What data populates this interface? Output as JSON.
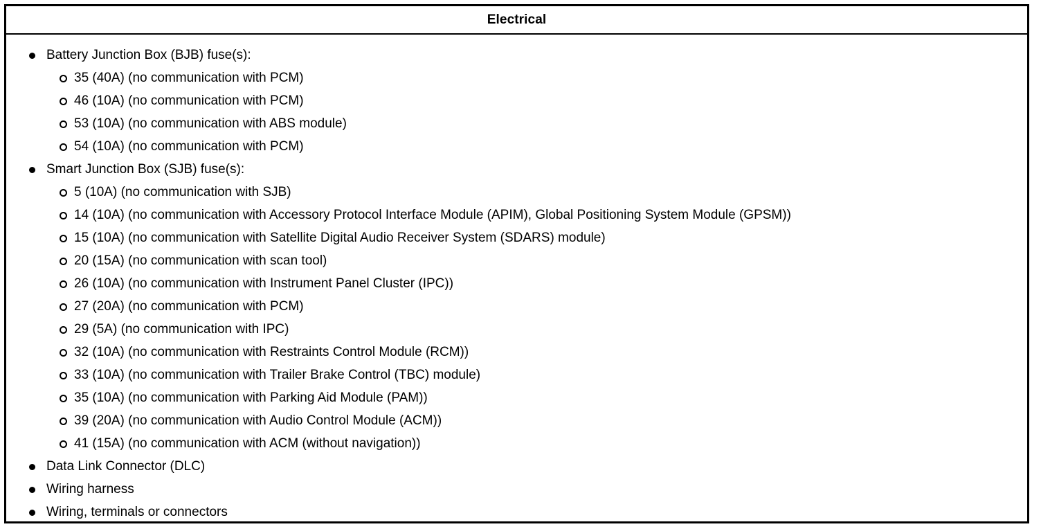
{
  "table": {
    "header_title": "Electrical",
    "items": [
      {
        "label": "Battery Junction Box (BJB) fuse(s):",
        "name": "bjb-fuses",
        "children": [
          {
            "label": "35 (40A) (no communication with PCM)",
            "name": "bjb-fuse-35"
          },
          {
            "label": "46 (10A) (no communication with PCM)",
            "name": "bjb-fuse-46"
          },
          {
            "label": "53 (10A) (no communication with ABS module)",
            "name": "bjb-fuse-53"
          },
          {
            "label": "54 (10A) (no communication with PCM)",
            "name": "bjb-fuse-54"
          }
        ]
      },
      {
        "label": "Smart Junction Box (SJB) fuse(s):",
        "name": "sjb-fuses",
        "children": [
          {
            "label": "5 (10A) (no communication with SJB)",
            "name": "sjb-fuse-5"
          },
          {
            "label": "14 (10A) (no communication with Accessory Protocol Interface Module (APIM), Global Positioning System Module (GPSM))",
            "name": "sjb-fuse-14"
          },
          {
            "label": "15 (10A) (no communication with Satellite Digital Audio Receiver System (SDARS) module)",
            "name": "sjb-fuse-15"
          },
          {
            "label": "20 (15A) (no communication with scan tool)",
            "name": "sjb-fuse-20"
          },
          {
            "label": "26 (10A) (no communication with Instrument Panel Cluster (IPC))",
            "name": "sjb-fuse-26"
          },
          {
            "label": "27 (20A) (no communication with PCM)",
            "name": "sjb-fuse-27"
          },
          {
            "label": "29 (5A) (no communication with IPC)",
            "name": "sjb-fuse-29"
          },
          {
            "label": "32 (10A) (no communication with Restraints Control Module (RCM))",
            "name": "sjb-fuse-32"
          },
          {
            "label": "33 (10A) (no communication with Trailer Brake Control (TBC) module)",
            "name": "sjb-fuse-33"
          },
          {
            "label": "35 (10A) (no communication with Parking Aid Module (PAM))",
            "name": "sjb-fuse-35"
          },
          {
            "label": "39 (20A) (no communication with Audio Control Module (ACM))",
            "name": "sjb-fuse-39"
          },
          {
            "label": "41 (15A) (no communication with ACM (without navigation))",
            "name": "sjb-fuse-41"
          }
        ]
      },
      {
        "label": "Data Link Connector (DLC)",
        "name": "data-link-connector",
        "children": []
      },
      {
        "label": "Wiring harness",
        "name": "wiring-harness",
        "children": []
      },
      {
        "label": "Wiring, terminals or connectors",
        "name": "wiring-terminals-connectors",
        "children": []
      }
    ]
  }
}
